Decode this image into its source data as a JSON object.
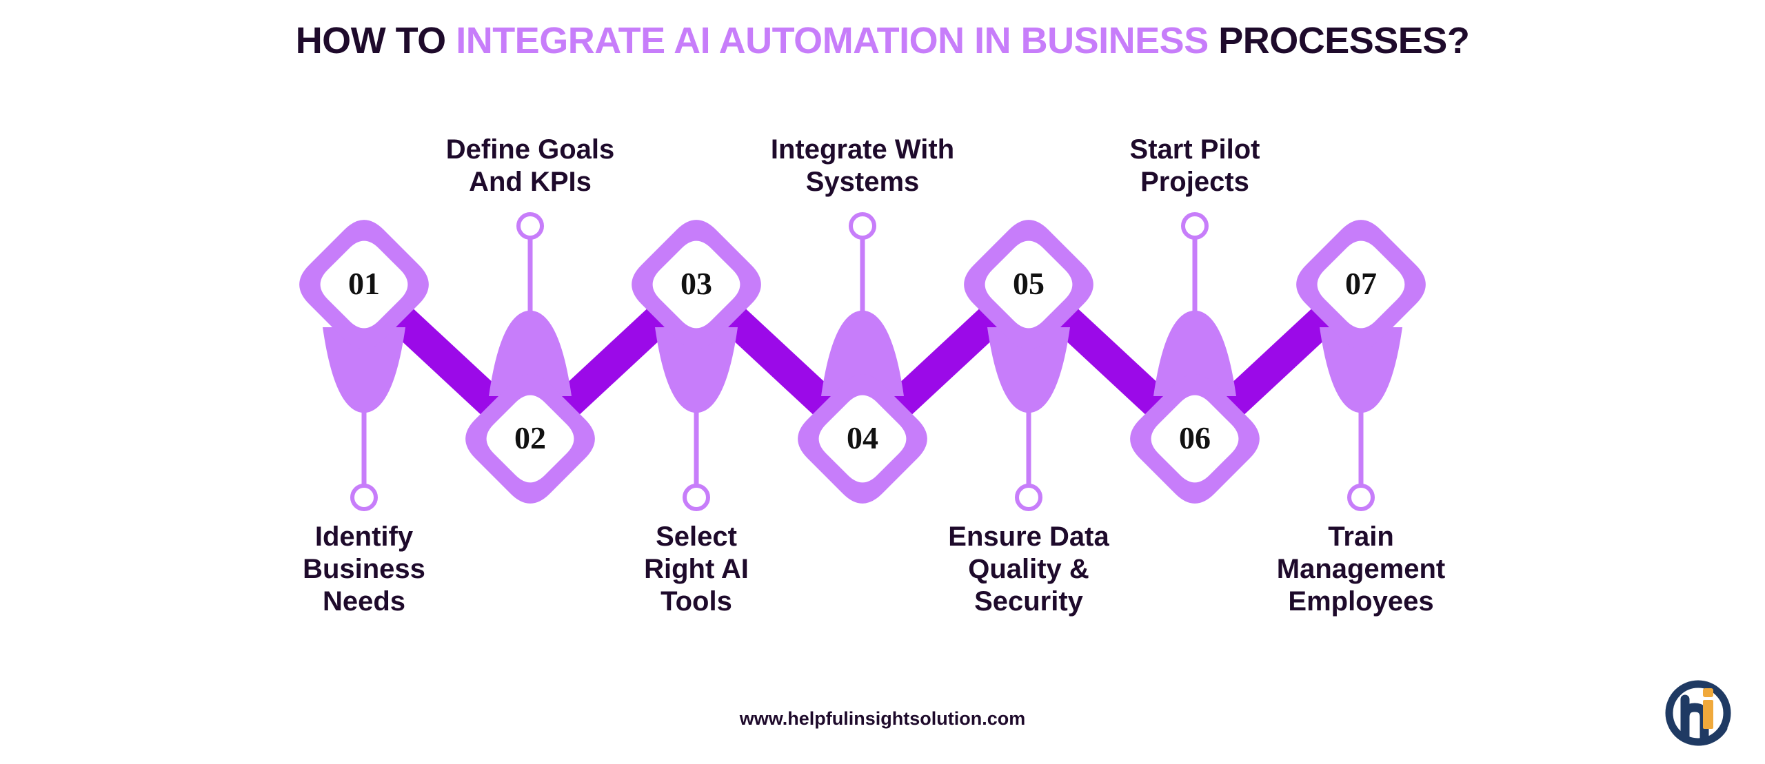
{
  "title": {
    "lead": "HOW TO ",
    "highlight": "INTEGRATE AI AUTOMATION IN BUSINESS",
    "tail": " PROCESSES?",
    "full": "HOW TO INTEGRATE AI AUTOMATION IN BUSINESS PROCESSES?"
  },
  "colors": {
    "background": "#ffffff",
    "title_dark": "#1E0A2B",
    "title_accent": "#C77DFA",
    "diamond_ring": "#C77DFA",
    "diamond_fill": "#FFFFFF",
    "connector": "#9B0AE8",
    "marker_ring": "#C77DFA",
    "label_text": "#1E0A2B",
    "number_text": "#111111",
    "logo_navy": "#1F3A63",
    "logo_orange": "#F0A93B"
  },
  "steps": [
    {
      "number": "01",
      "label": "Identify\nBusiness\nNeeds",
      "position": "top",
      "label_side": "below"
    },
    {
      "number": "02",
      "label": "Define Goals\nAnd KPIs",
      "position": "bottom",
      "label_side": "above"
    },
    {
      "number": "03",
      "label": "Select\nRight AI\nTools",
      "position": "top",
      "label_side": "below"
    },
    {
      "number": "04",
      "label": "Integrate With\nSystems",
      "position": "bottom",
      "label_side": "above"
    },
    {
      "number": "05",
      "label": "Ensure Data\nQuality &\nSecurity",
      "position": "top",
      "label_side": "below"
    },
    {
      "number": "06",
      "label": "Start Pilot\nProjects",
      "position": "bottom",
      "label_side": "above"
    },
    {
      "number": "07",
      "label": "Train\nManagement\nEmployees",
      "position": "top",
      "label_side": "below"
    }
  ],
  "footer": {
    "url": "www.helpfulinsightsolution.com"
  },
  "logo": {
    "name": "helpful-insight-solution-logo",
    "letter": "h",
    "dot": "i"
  }
}
